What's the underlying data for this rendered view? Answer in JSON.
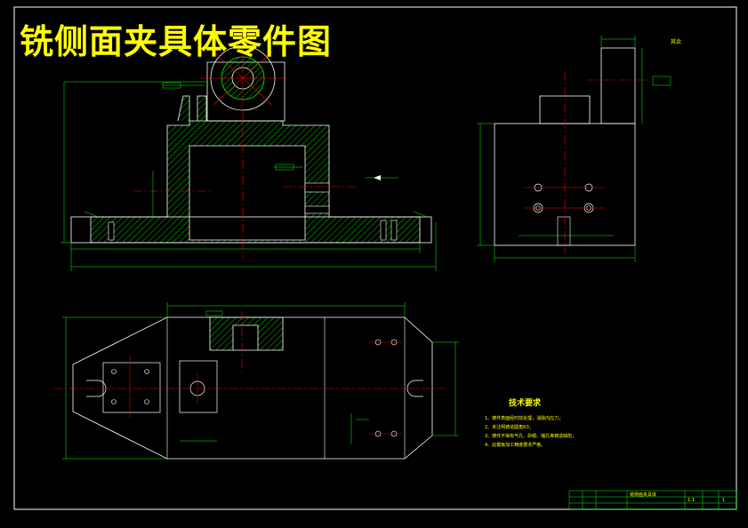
{
  "drawing": {
    "title": "铣侧面夹具体零件图",
    "tech_requirements": {
      "heading": "技术要求",
      "items": [
        "1、铸件表面经时效处理，消除内应力；",
        "2、未注明铸造圆角R3；",
        "3、铸件不得有气孔、砂眼、缩孔等铸造缺陷；",
        "4、此模板加工精度要求严格。"
      ]
    },
    "title_block": {
      "name": "铣侧面夹具体",
      "scale": "1:1",
      "sheet": "1"
    },
    "roughness_note": "其余",
    "colors": {
      "background": "#000000",
      "outline": "#ffffff",
      "hatch": "#00ff00",
      "dimension": "#00ff00",
      "centerline": "#ff0000",
      "text": "#ffff00"
    }
  }
}
